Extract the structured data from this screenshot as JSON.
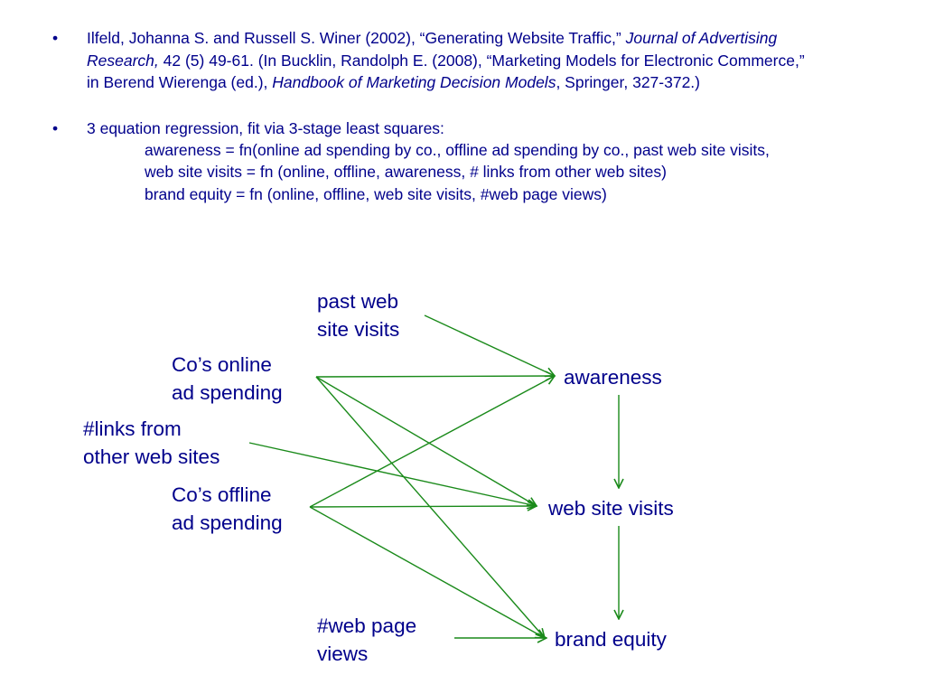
{
  "references": {
    "bullet_char": "•",
    "ref1_part1": "Ilfeld, Johanna S. and Russell S. Winer (2002), “Generating Website Traffic,” ",
    "ref1_journal1": "Journal of Advertising",
    "ref1_journal2": "Research,",
    "ref1_part2": " 42 (5) 49-61. (In Bucklin, Randolph E. (2008), “Marketing Models for Electronic Commerce,”",
    "ref1_part3": "in Berend Wierenga (ed.), ",
    "ref1_book": "Handbook of Marketing Decision Models",
    "ref1_part4": ", Springer, 327-372.)",
    "regression_intro": "3 equation regression, fit via 3-stage least squares:",
    "eq1": "awareness = fn(online ad spending by co., offline ad spending by co., past web site visits,",
    "eq2": "web site visits = fn (online, offline, awareness, # links from other web sites)",
    "eq3": "brand equity = fn (online, offline, web site visits, #web page views)"
  },
  "diagram": {
    "colors": {
      "text": "#00008b",
      "arrow": "#1a8a1a"
    },
    "nodes": {
      "past_visits_1": "past web",
      "past_visits_2": "site visits",
      "online_1": "Co’s online",
      "online_2": "ad spending",
      "links_1": "#links from",
      "links_2": "other web sites",
      "offline_1": "Co’s offline",
      "offline_2": "ad spending",
      "page_views_1": "#web page",
      "page_views_2": "views",
      "awareness": "awareness",
      "site_visits": "web site visits",
      "brand_equity": "brand equity"
    },
    "edges": [
      [
        "past web site visits",
        "awareness"
      ],
      [
        "Co’s online ad spending",
        "awareness"
      ],
      [
        "Co’s online ad spending",
        "web site visits"
      ],
      [
        "Co’s online ad spending",
        "brand equity"
      ],
      [
        "#links from other web sites",
        "web site visits"
      ],
      [
        "Co’s offline ad spending",
        "awareness"
      ],
      [
        "Co’s offline ad spending",
        "web site visits"
      ],
      [
        "Co’s offline ad spending",
        "brand equity"
      ],
      [
        "#web page views",
        "brand equity"
      ],
      [
        "awareness",
        "web site visits"
      ],
      [
        "web site visits",
        "brand equity"
      ]
    ]
  }
}
